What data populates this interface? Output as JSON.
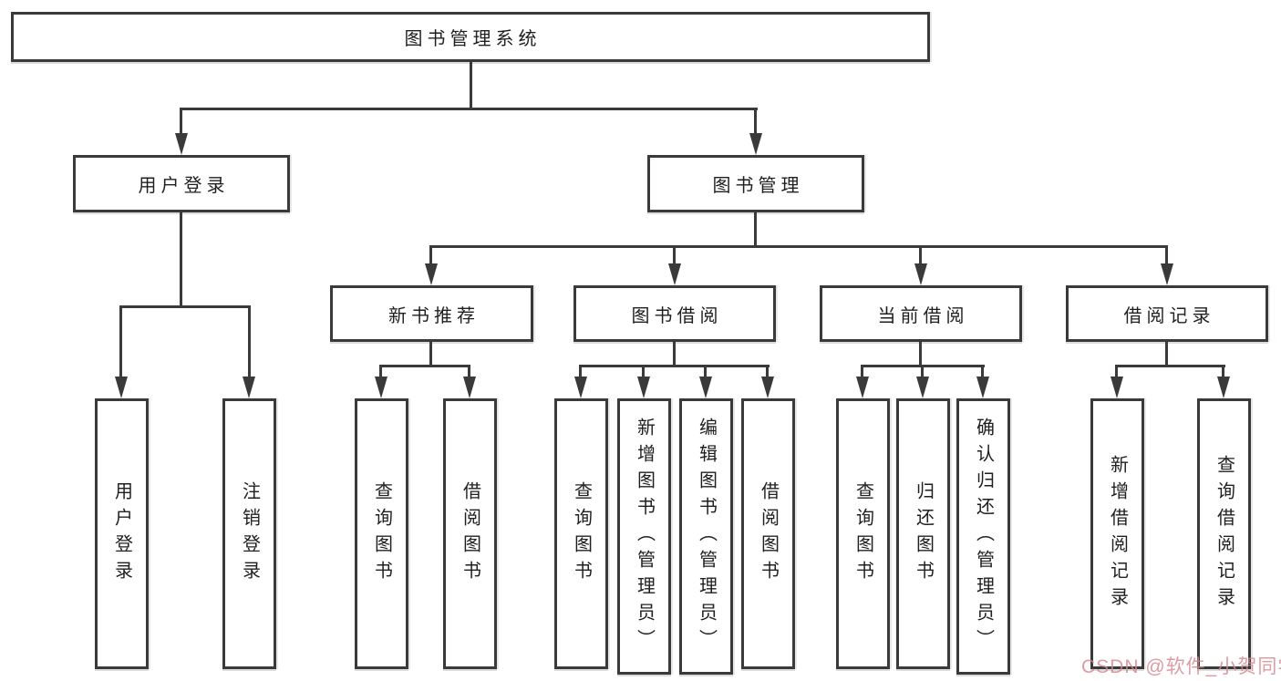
{
  "tree": {
    "root": {
      "label": "图书管理系统"
    },
    "branches": [
      {
        "label": "用户登录",
        "children": [
          {
            "label": "用户登录"
          },
          {
            "label": "注销登录"
          }
        ]
      },
      {
        "label": "图书管理",
        "children": [
          {
            "label": "新书推荐",
            "children": [
              {
                "label": "查询图书"
              },
              {
                "label": "借阅图书"
              }
            ]
          },
          {
            "label": "图书借阅",
            "children": [
              {
                "label": "查询图书"
              },
              {
                "label": "新增图书（管理员）"
              },
              {
                "label": "编辑图书（管理员）"
              },
              {
                "label": "借阅图书"
              }
            ]
          },
          {
            "label": "当前借阅",
            "children": [
              {
                "label": "查询图书"
              },
              {
                "label": "归还图书"
              },
              {
                "label": "确认归还（管理员）"
              }
            ]
          },
          {
            "label": "借阅记录",
            "children": [
              {
                "label": "新增借阅记录"
              },
              {
                "label": "查询借阅记录"
              }
            ]
          }
        ]
      }
    ]
  },
  "watermark": {
    "text": "CSDN @软件_小贺同学",
    "color": "#d6868c"
  },
  "colors": {
    "line": "#3a3a3a",
    "box_border": "#3a3a3a",
    "text": "#1f1f1f",
    "background": "#ffffff"
  }
}
